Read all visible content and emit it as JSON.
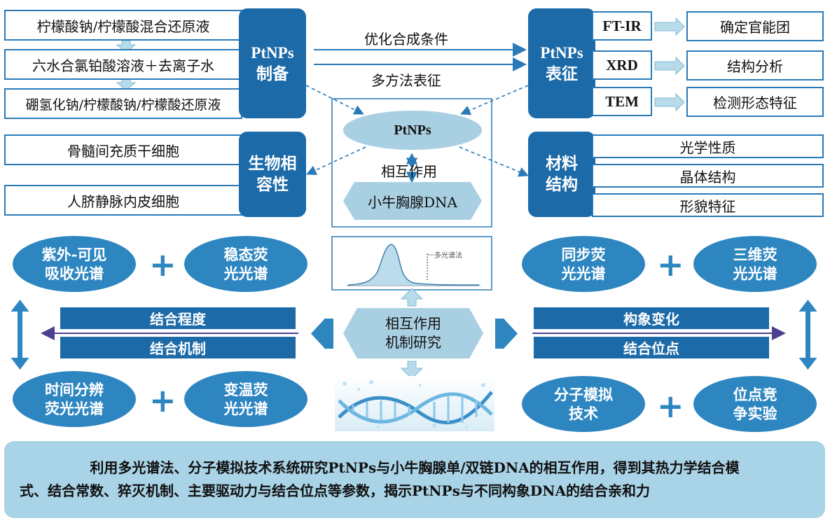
{
  "prep": {
    "title_line1": "PtNPs",
    "title_line2": "制备",
    "items": [
      "柠檬酸钠/柠檬酸混合还原液",
      "六水合氯铂酸溶液＋去离子水",
      "硼氢化钠/柠檬酸钠/柠檬酸还原液"
    ]
  },
  "char": {
    "title_line1": "PtNPs",
    "title_line2": "表征",
    "methods": [
      "FT-IR",
      "XRD",
      "TEM"
    ],
    "results": [
      "确定官能团",
      "结构分析",
      "检测形态特征"
    ]
  },
  "arrow_labels": {
    "optimize": "优化合成条件",
    "multi_char": "多方法表征"
  },
  "center": {
    "ptnps": "PtNPs",
    "interaction": "相互作用",
    "dna": "小牛胸腺DNA"
  },
  "bio": {
    "title_line1": "生物相",
    "title_line2": "容性",
    "items": [
      "骨髓间充质干细胞",
      "人脐静脉内皮细胞"
    ]
  },
  "material": {
    "title_line1": "材料",
    "title_line2": "结构",
    "items": [
      "光学性质",
      "晶体结构",
      "形貌特征"
    ]
  },
  "methods_left": {
    "top": [
      {
        "line1": "紫外-可见",
        "line2": "吸收光谱"
      },
      {
        "line1": "稳态荧",
        "line2": "光光谱"
      }
    ],
    "bottom": [
      {
        "line1": "时间分辨",
        "line2": "荧光光谱"
      },
      {
        "line1": "变温荧",
        "line2": "光光谱"
      }
    ],
    "bars": [
      "结合程度",
      "结合机制"
    ]
  },
  "methods_right": {
    "top": [
      {
        "line1": "同步荧",
        "line2": "光光谱"
      },
      {
        "line1": "三维荧",
        "line2": "光光谱"
      }
    ],
    "bottom": [
      {
        "line1": "分子模拟",
        "line2": "技术"
      },
      {
        "line1": "位点竞",
        "line2": "争实验"
      }
    ],
    "bars": [
      "构象变化",
      "结合位点"
    ]
  },
  "mechanism": {
    "line1": "相互作用",
    "line2": "机制研究",
    "spectrum_label": "多光谱法"
  },
  "summary": {
    "line1": "利用多光谱法、分子模拟技术系统研究PtNPs与小牛胸腺单/双链DNA的相互作用，得到其热力学结合模",
    "line2": "式、结合常数、猝灭机制、主要驱动力与结合位点等参数，揭示PtNPs与不同构象DNA的结合亲和力"
  },
  "colors": {
    "dark_blue": "#1c6aa8",
    "mid_blue": "#2e86c1",
    "light_blue": "#a9d0e2",
    "border_blue": "#2a7ab8",
    "summary_bg": "#a9d3e6"
  }
}
